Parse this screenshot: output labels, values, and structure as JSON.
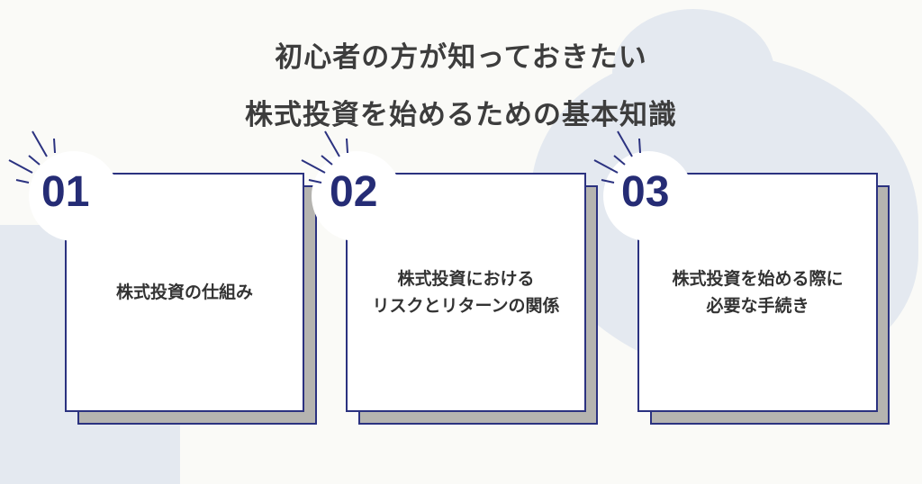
{
  "title": {
    "line1": "初心者の方が知っておきたい",
    "line2": "株式投資を始めるための基本知識"
  },
  "cards": [
    {
      "number": "01",
      "text": "株式投資の仕組み"
    },
    {
      "number": "02",
      "text_line1": "株式投資における",
      "text_line2": "リスクとリターンの関係"
    },
    {
      "number": "03",
      "text_line1": "株式投資を始める際に",
      "text_line2": "必要な手続き"
    }
  ],
  "colors": {
    "accent": "#252c75",
    "shadow": "#b5b4b0",
    "blob": "#e4e9f0"
  }
}
